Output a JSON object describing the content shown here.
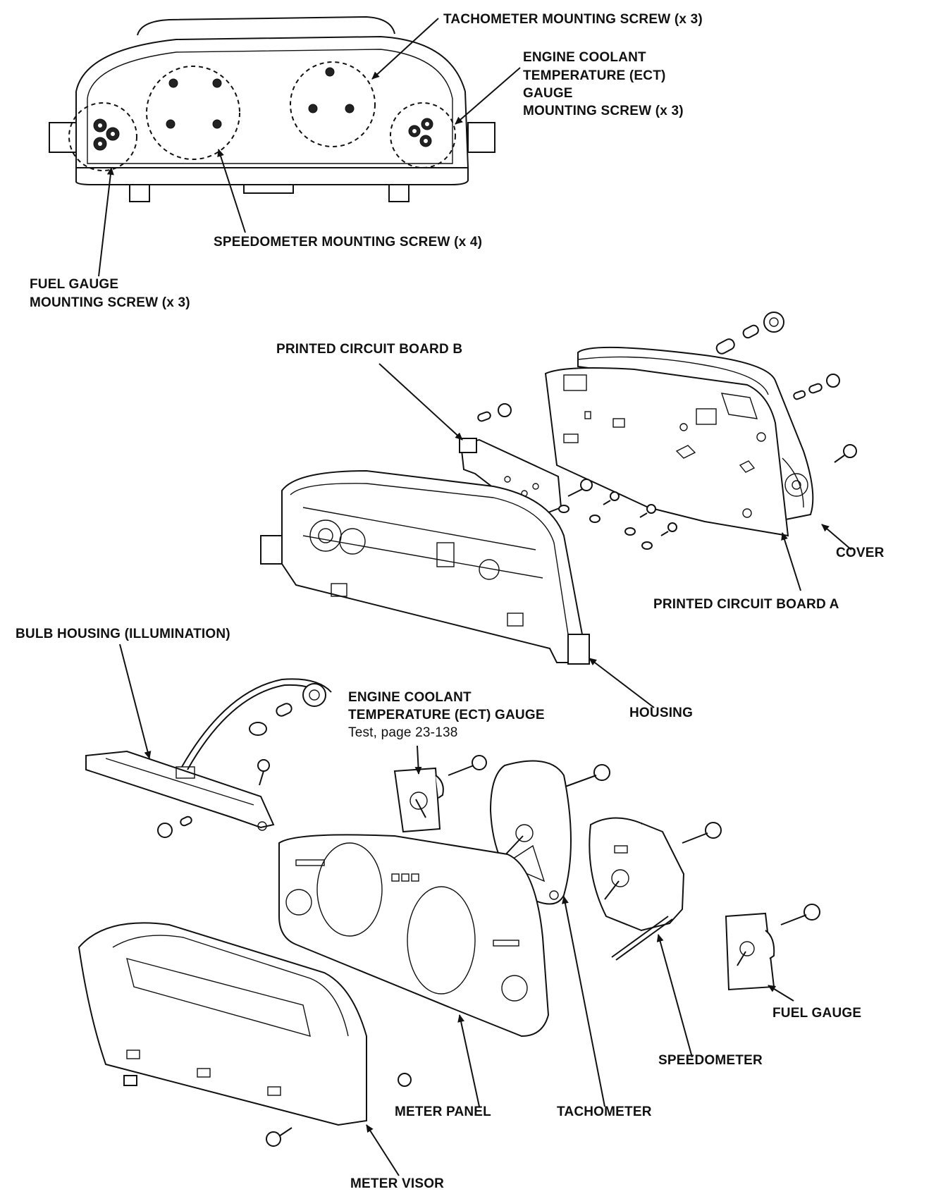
{
  "labels": {
    "tach_screw": "TACHOMETER MOUNTING SCREW (x 3)",
    "ect_screw_1": "ENGINE COOLANT",
    "ect_screw_2": "TEMPERATURE (ECT)",
    "ect_screw_3": "GAUGE",
    "ect_screw_4": "MOUNTING SCREW (x 3)",
    "speedo_screw": "SPEEDOMETER MOUNTING SCREW (x 4)",
    "fuel_screw_1": "FUEL GAUGE",
    "fuel_screw_2": "MOUNTING SCREW (x 3)",
    "pcb_b": "PRINTED CIRCUIT BOARD B",
    "cover": "COVER",
    "pcb_a": "PRINTED CIRCUIT BOARD A",
    "bulb_housing": "BULB HOUSING (ILLUMINATION)",
    "ect_gauge_1": "ENGINE COOLANT",
    "ect_gauge_2": "TEMPERATURE (ECT) GAUGE",
    "ect_gauge_3": "Test, page 23-138",
    "housing": "HOUSING",
    "fuel_gauge": "FUEL GAUGE",
    "speedometer": "SPEEDOMETER",
    "meter_panel": "METER PANEL",
    "tachometer": "TACHOMETER",
    "meter_visor": "METER VISOR"
  }
}
